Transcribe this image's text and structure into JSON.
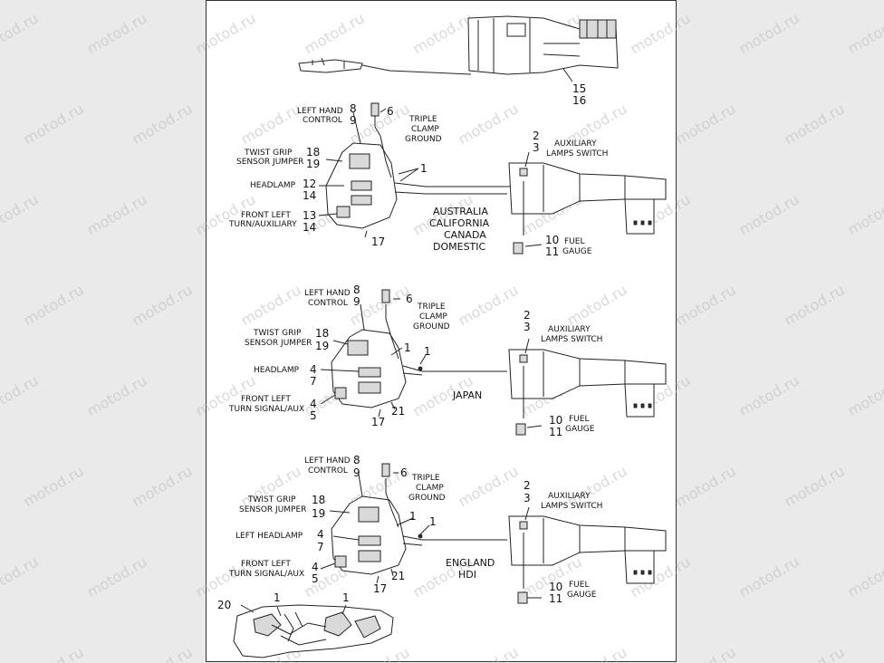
{
  "watermark": "motod.ru",
  "colors": {
    "background": "#eaeaea",
    "sheet": "#ffffff",
    "line": "#222222",
    "watermark": "#bbbbbb"
  },
  "top": {
    "callout_a": "15",
    "callout_b": "16"
  },
  "panels": [
    {
      "region": [
        "AUSTRALIA",
        "CALIFORNIA",
        "CANADA",
        "DOMESTIC"
      ],
      "left_hand_control": [
        "LEFT HAND",
        "CONTROL"
      ],
      "lhc_nums": [
        "8",
        "9"
      ],
      "triple_clamp": [
        "TRIPLE",
        "CLAMP",
        "GROUND"
      ],
      "triple_num": "6",
      "twist_grip": [
        "TWIST GRIP",
        "SENSOR JUMPER"
      ],
      "twist_nums": [
        "18",
        "19"
      ],
      "headlamp": [
        "HEADLAMP"
      ],
      "headlamp_nums": [
        "12",
        "14"
      ],
      "front_left": [
        "FRONT LEFT",
        "TURN/AUXILIARY"
      ],
      "front_nums": [
        "13",
        "14"
      ],
      "aux": [
        "AUXILIARY",
        "LAMPS SWITCH"
      ],
      "aux_nums": [
        "2",
        "3"
      ],
      "fuel": [
        "FUEL",
        "GAUGE"
      ],
      "fuel_nums": [
        "10",
        "11"
      ],
      "c1": "1",
      "c17": "17"
    },
    {
      "region": [
        "JAPAN"
      ],
      "left_hand_control": [
        "LEFT HAND",
        "CONTROL"
      ],
      "lhc_nums": [
        "8",
        "9"
      ],
      "triple_clamp": [
        "TRIPLE",
        "CLAMP",
        "GROUND"
      ],
      "triple_num": "6",
      "twist_grip": [
        "TWIST GRIP",
        "SENSOR JUMPER"
      ],
      "twist_nums": [
        "18",
        "19"
      ],
      "headlamp": [
        "HEADLAMP"
      ],
      "headlamp_nums": [
        "4",
        "7"
      ],
      "front_left": [
        "FRONT LEFT",
        "TURN SIGNAL/AUX"
      ],
      "front_nums": [
        "4",
        "5"
      ],
      "aux": [
        "AUXILIARY",
        "LAMPS SWITCH"
      ],
      "aux_nums": [
        "2",
        "3"
      ],
      "fuel": [
        "FUEL",
        "GAUGE"
      ],
      "fuel_nums": [
        "10",
        "11"
      ],
      "c1": "1",
      "c1b": "1",
      "c17": "17",
      "c21": "21"
    },
    {
      "region": [
        "ENGLAND",
        "HDI"
      ],
      "left_hand_control": [
        "LEFT HAND",
        "CONTROL"
      ],
      "lhc_nums": [
        "8",
        "9"
      ],
      "triple_clamp": [
        "TRIPLE",
        "CLAMP",
        "GROUND"
      ],
      "triple_num": "6",
      "twist_grip": [
        "TWIST GRIP",
        "SENSOR JUMPER"
      ],
      "twist_nums": [
        "18",
        "19"
      ],
      "headlamp": [
        "LEFT HEADLAMP"
      ],
      "headlamp_nums": [
        "4",
        "7"
      ],
      "front_left": [
        "FRONT LEFT",
        "TURN SIGNAL/AUX"
      ],
      "front_nums": [
        "4",
        "5"
      ],
      "aux": [
        "AUXILIARY",
        "LAMPS SWITCH"
      ],
      "aux_nums": [
        "2",
        "3"
      ],
      "fuel": [
        "FUEL",
        "GAUGE"
      ],
      "fuel_nums": [
        "10",
        "11"
      ],
      "c1": "1",
      "c1b": "1",
      "c17": "17",
      "c21": "21"
    }
  ],
  "bottom": {
    "callout_20": "20",
    "callout_1a": "1",
    "callout_1b": "1"
  }
}
